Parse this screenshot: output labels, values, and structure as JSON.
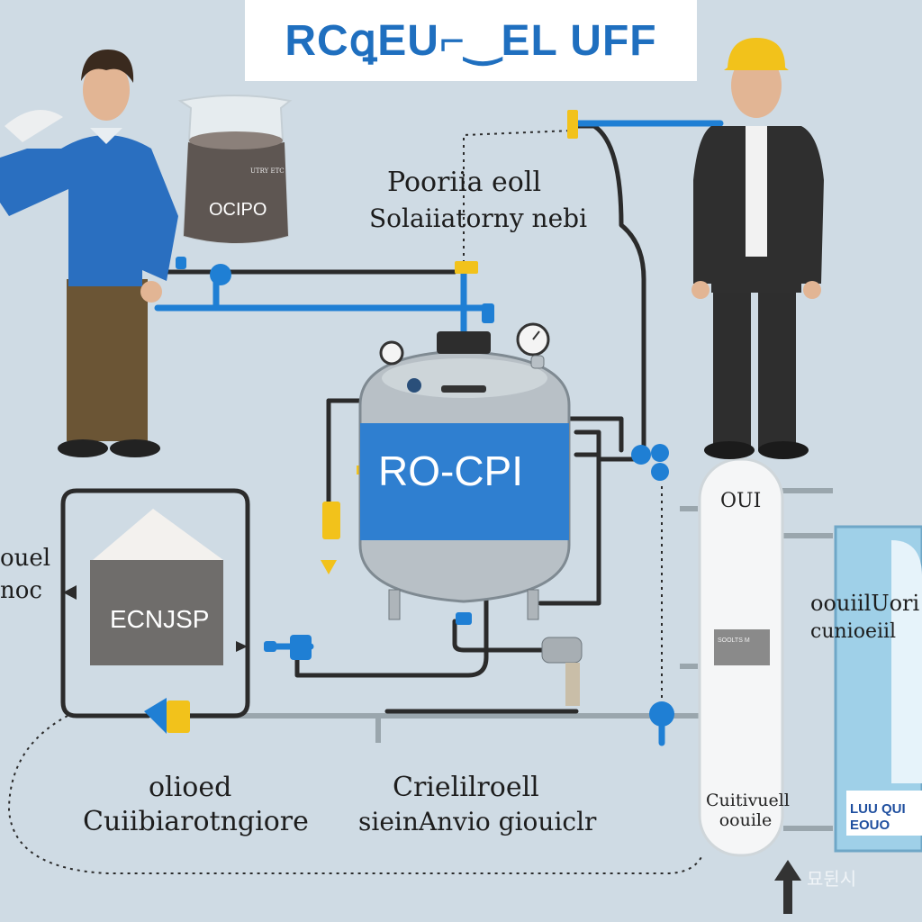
{
  "title": "RCꝗEU⌐‿EL UFF",
  "beaker": {
    "label": "OCIPO",
    "small_label": "UTRY ETC"
  },
  "tank": {
    "label": "RO-CPI"
  },
  "box": {
    "label": "ECNJSP"
  },
  "cylinder": {
    "top_label": "OUI",
    "tag_label": "SOOLTS M",
    "bottom_label_1": "Cuitivuell",
    "bottom_label_2": "oouile"
  },
  "blue_unit": {
    "label_1": "LUU QUI",
    "label_2": "EOUO"
  },
  "labels": {
    "top_center_1": "Pooriia eoll",
    "top_center_2": "Solaiiatorny nebi",
    "left_1": "ouel",
    "left_2": "noc",
    "right_1": "oouiilUori",
    "right_2": "cunioeiil",
    "bottom_left_1": "olioed",
    "bottom_left_2": "Cuiibiarotngiore",
    "bottom_center_1": "Crielilroell",
    "bottom_center_2": "sieinAnvio giouiclr"
  },
  "watermark": "묘뒨시",
  "colors": {
    "background": "#cfdbe4",
    "accent_blue": "#1f7fd4",
    "title_blue": "#1f6fbf",
    "pipe_dark": "#2b2b2b",
    "valve_yellow": "#f2c21b",
    "jacket_blue": "#2a6fc0",
    "suit_dark": "#2a2a2a"
  },
  "icons": [
    "technician-left-figure",
    "engineer-right-figure",
    "beaker-icon",
    "tank-icon",
    "pressure-gauge-icon",
    "filter-box-icon",
    "filter-cylinder-icon",
    "valve-icon",
    "blue-unit-icon"
  ]
}
